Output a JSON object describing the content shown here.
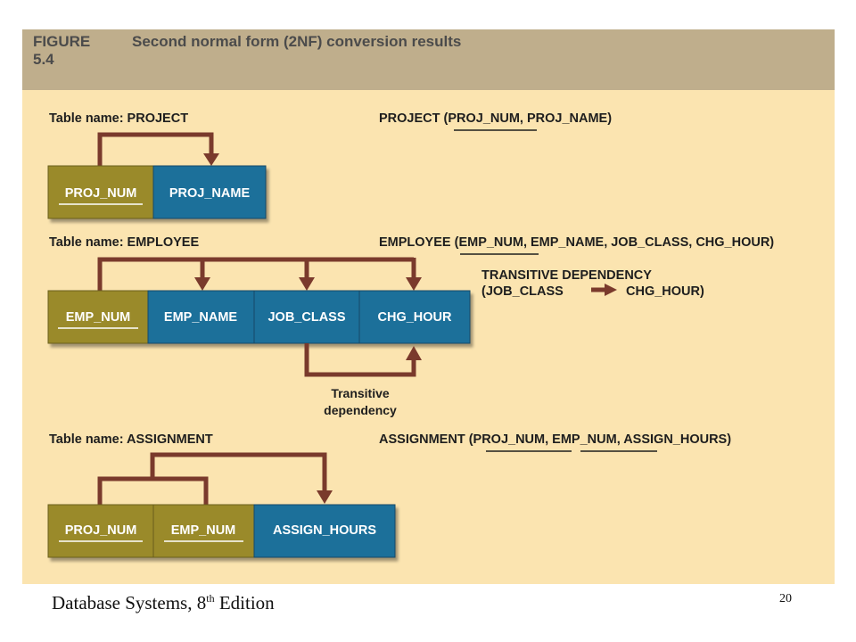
{
  "figure": {
    "label_line1": "FIGURE",
    "label_line2": "5.4",
    "title": "Second normal form (2NF) conversion results"
  },
  "project": {
    "table_label": "Table name: PROJECT",
    "schema_prefix": "PROJECT (",
    "schema_key": "PROJ_NUM",
    "schema_rest": ", PROJ_NAME)",
    "columns": [
      "PROJ_NUM",
      "PROJ_NAME"
    ]
  },
  "employee": {
    "table_label": "Table name: EMPLOYEE",
    "schema_prefix": "EMPLOYEE (",
    "schema_key": "EMP_NUM",
    "schema_rest": ", EMP_NAME, JOB_CLASS, CHG_HOUR)",
    "columns": [
      "EMP_NUM",
      "EMP_NAME",
      "JOB_CLASS",
      "CHG_HOUR"
    ],
    "transitive_title": "TRANSITIVE DEPENDENCY",
    "transitive_from": "(JOB_CLASS",
    "transitive_to": "CHG_HOUR)",
    "transitive_note_line1": "Transitive",
    "transitive_note_line2": "dependency"
  },
  "assignment": {
    "table_label": "Table name: ASSIGNMENT",
    "schema_prefix": "ASSIGNMENT (",
    "schema_key1": "PROJ_NUM",
    "schema_sep": ", ",
    "schema_key2": "EMP_NUM",
    "schema_rest": ", ASSIGN_HOURS)",
    "columns": [
      "PROJ_NUM",
      "EMP_NUM",
      "ASSIGN_HOURS"
    ]
  },
  "colors": {
    "key_cell": "#9a8a2b",
    "attr_cell": "#1e6f9a",
    "arrow": "#7a3a2c",
    "panel": "#fbe4b0",
    "header": "#bfae8c"
  },
  "footer": {
    "book_title_pre": "Database Systems, 8",
    "book_title_sup": "th",
    "book_title_post": " Edition",
    "page_number": "20"
  }
}
